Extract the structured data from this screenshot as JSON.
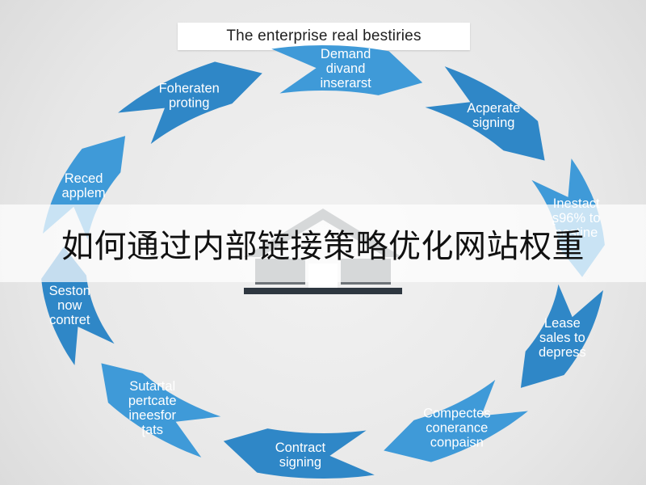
{
  "title": "The enterprise real bestiries",
  "banner": "如何通过内部链接策略优化网站权重",
  "colors": {
    "segment": "#3f9ad8",
    "segment_dark": "#2f87c7",
    "building": "#6e7378",
    "building_base": "#2e3740"
  },
  "center_icon": "bank-building-icon",
  "segments": [
    {
      "lines": [
        "Demand",
        "divand",
        "inserarst"
      ]
    },
    {
      "lines": [
        "Acperate",
        "signing"
      ]
    },
    {
      "lines": [
        "Inestact",
        "ʂ96% to",
        "pestine"
      ]
    },
    {
      "lines": [
        "Lease",
        "sales to",
        "depress"
      ]
    },
    {
      "lines": [
        "Compectes",
        "conerance",
        "conpaisn"
      ]
    },
    {
      "lines": [
        "Contract",
        "signing"
      ]
    },
    {
      "lines": [
        "Sutartal",
        "pertcate",
        "ineesfor",
        "ʈats"
      ]
    },
    {
      "lines": [
        "Seston",
        "now",
        "contret"
      ]
    },
    {
      "lines": [
        "Reced",
        "applem"
      ]
    },
    {
      "lines": [
        "Foheraten",
        "proting"
      ]
    }
  ]
}
